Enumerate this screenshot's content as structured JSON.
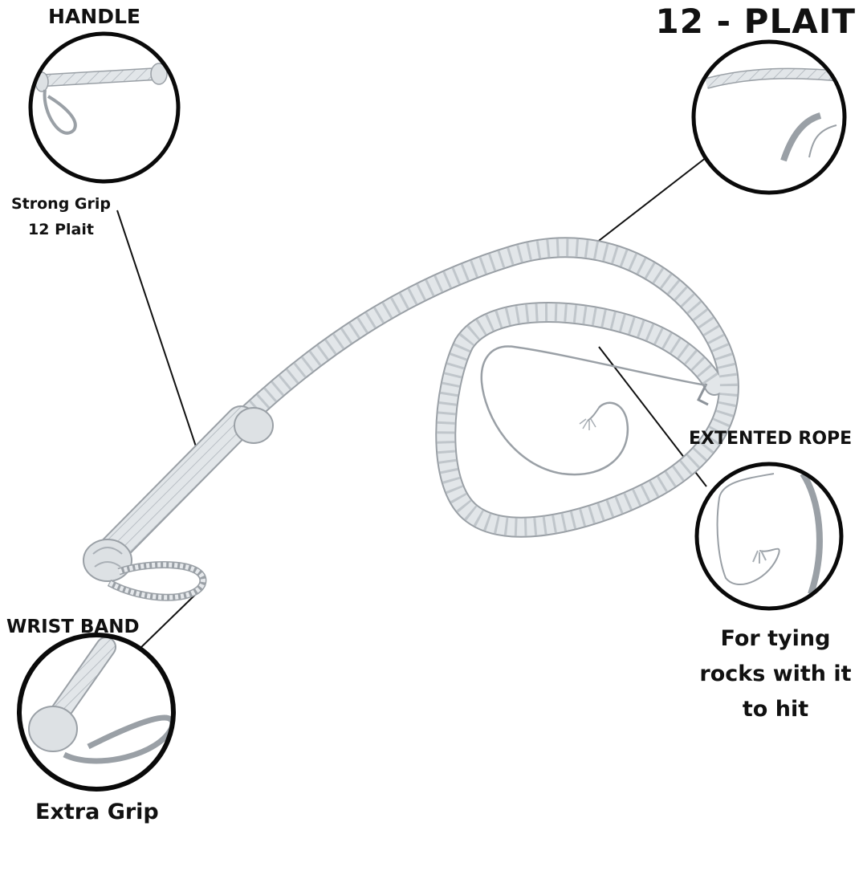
{
  "title": "12 - PLAIT",
  "callouts": {
    "handle": {
      "heading": "HANDLE",
      "note_line1": "Strong Grip",
      "note_line2": "12 Plait"
    },
    "plait": {
      "heading": ""
    },
    "rope": {
      "heading": "EXTENTED ROPE",
      "note_line1": "For tying",
      "note_line2": "rocks with it",
      "note_line3": "to hit"
    },
    "wrist": {
      "heading": "WRIST BAND",
      "note": "Extra Grip"
    }
  },
  "colors": {
    "whip": "#dfe3e6",
    "whip_edge": "#9aa0a6",
    "plait_mark": "#b8bec4",
    "circle": "#0a0a0a",
    "text": "#111111",
    "background": "#ffffff"
  }
}
